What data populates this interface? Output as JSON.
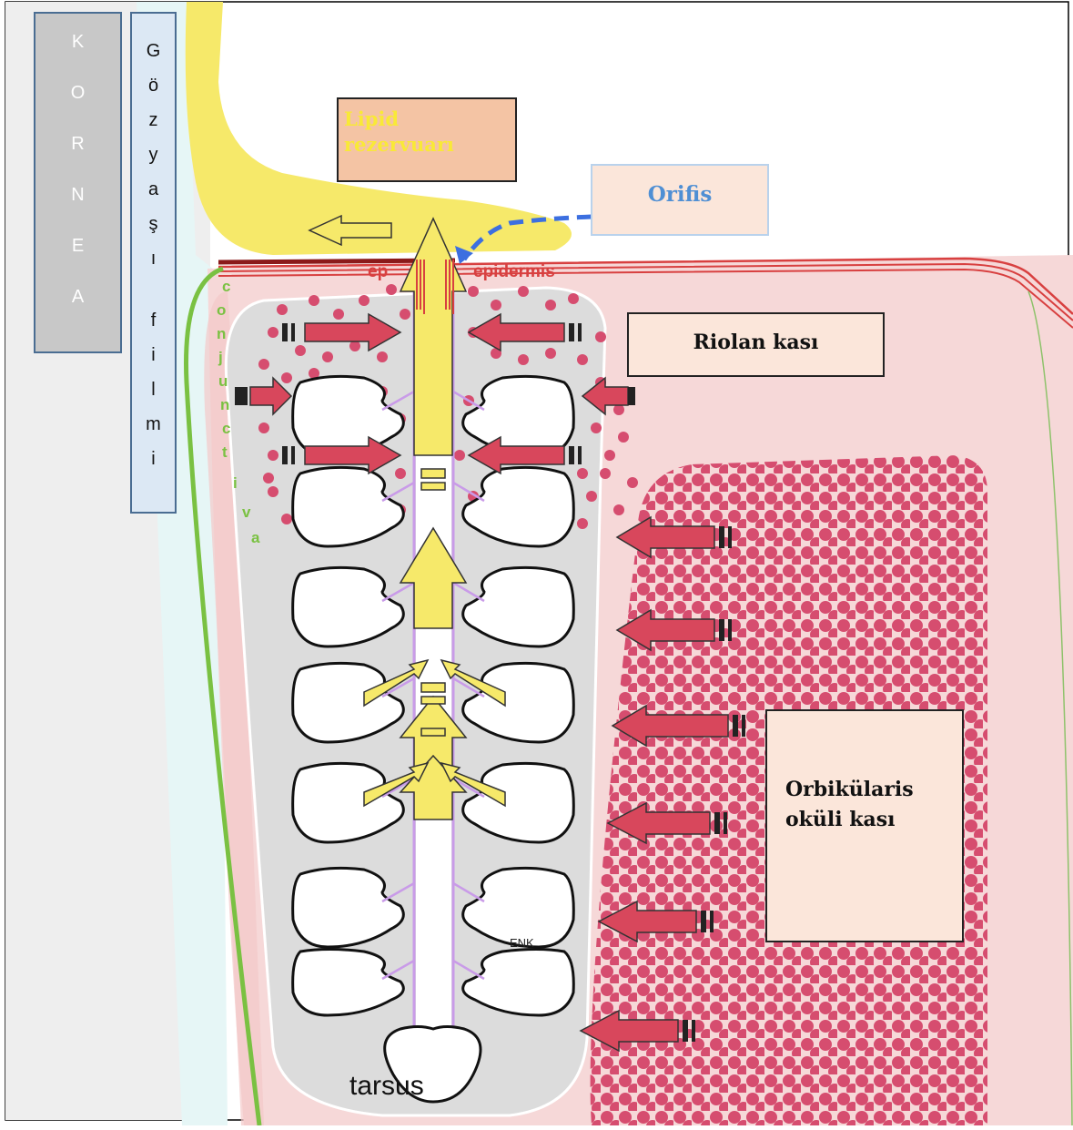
{
  "labels": {
    "cornea_letters": [
      "K",
      "O",
      "R",
      "N",
      "E",
      "A"
    ],
    "tearfilm_letters": [
      "G",
      "ö",
      "z",
      "y",
      "a",
      "ş",
      "ı",
      "",
      "f",
      "i",
      "l",
      "m",
      "i"
    ],
    "lipid": "Lipid rezervuarı",
    "orifis": "Orifis",
    "riolan": "Riolan kası",
    "orbicularis": "Orbikülaris oküli kası",
    "ep": "ep",
    "epidermis": "epidermis",
    "conjunctiva_letters": [
      "c",
      "o",
      "n",
      "j",
      "u",
      "n",
      "c",
      "t",
      "i",
      "v",
      "a"
    ],
    "tarsus": "tarsus",
    "enk": "ENK"
  },
  "colors": {
    "cornea_box": "#c8c8c8",
    "tearfilm_box": "#dce8f4",
    "box_border": "#4a6d92",
    "lipid_box": "#f4c4a4",
    "lipid_text": "#f9e937",
    "orifis_box": "#fbe6da",
    "orifis_text": "#4f8fd4",
    "note_box": "#fbe6da",
    "lipid_yellow": "#f6e96a",
    "tarsus_gray": "#dcdcdc",
    "skin_pink": "#f6d8d8",
    "muscle_dots": "#d64d6f",
    "arrow_red": "#d8475c",
    "epidermis_red": "#d84040",
    "conj_green": "#7ac142",
    "duct_purple": "#c99be8",
    "dash_blue": "#3c6fe0"
  }
}
